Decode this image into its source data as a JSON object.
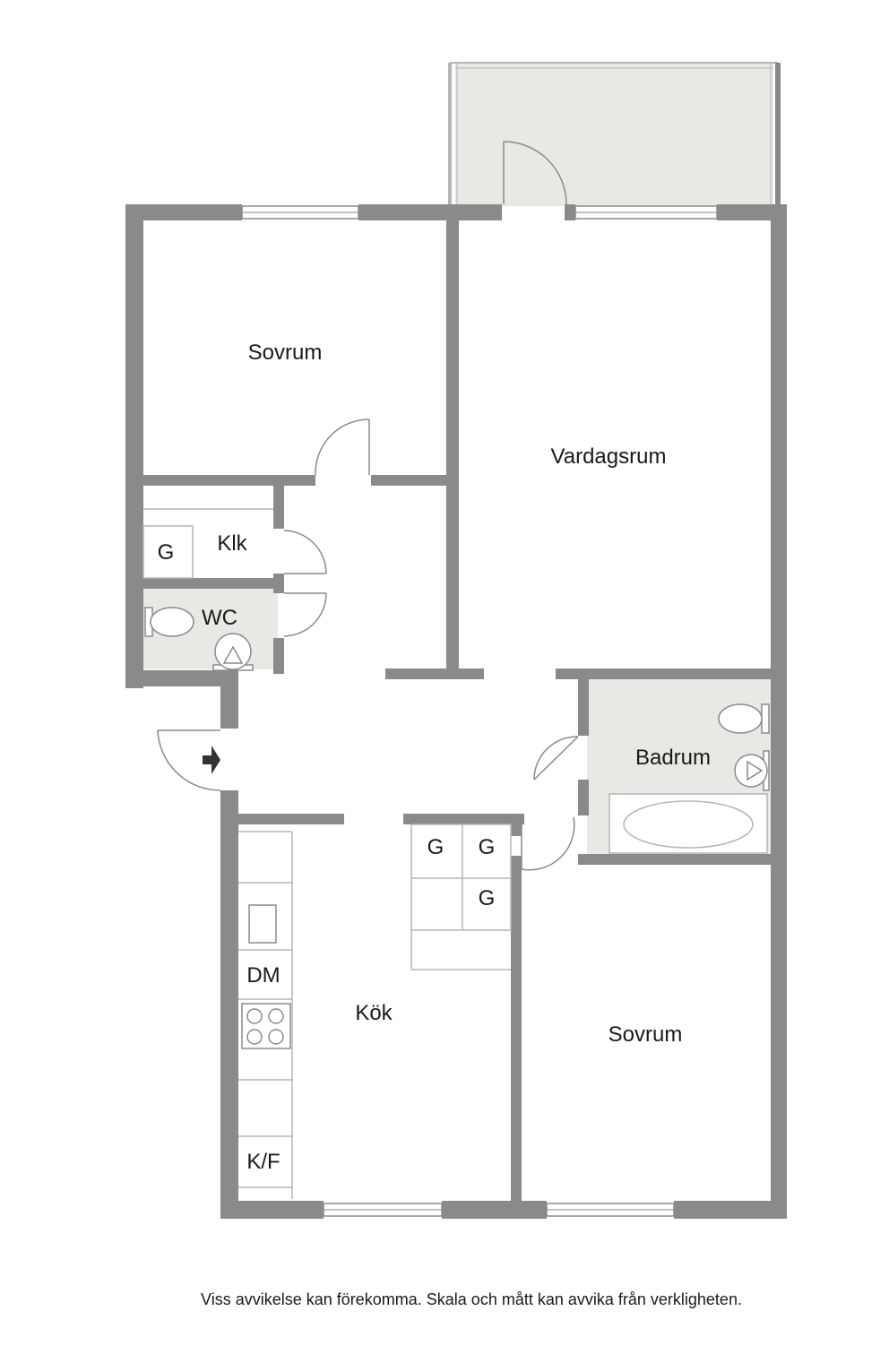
{
  "colors": {
    "wall": "#8a8a8c",
    "wet_floor": "#e9e8e4",
    "balcony": "#e9e8e4",
    "line": "#b5b5b5",
    "background": "#ffffff"
  },
  "rooms": {
    "sovrum_top": "Sovrum",
    "vardagsrum": "Vardagsrum",
    "klk": "Klk",
    "wc": "WC",
    "badrum": "Badrum",
    "kok": "Kök",
    "sovrum_bottom": "Sovrum"
  },
  "fixtures": {
    "g_klk": "G",
    "g1": "G",
    "g2": "G",
    "g3": "G",
    "dm": "DM",
    "kf": "K/F"
  },
  "icons": {
    "entrance": "entrance-arrow-icon"
  },
  "disclaimer": "Viss avvikelse kan förekomma. Skala och mått kan avvika från verkligheten."
}
